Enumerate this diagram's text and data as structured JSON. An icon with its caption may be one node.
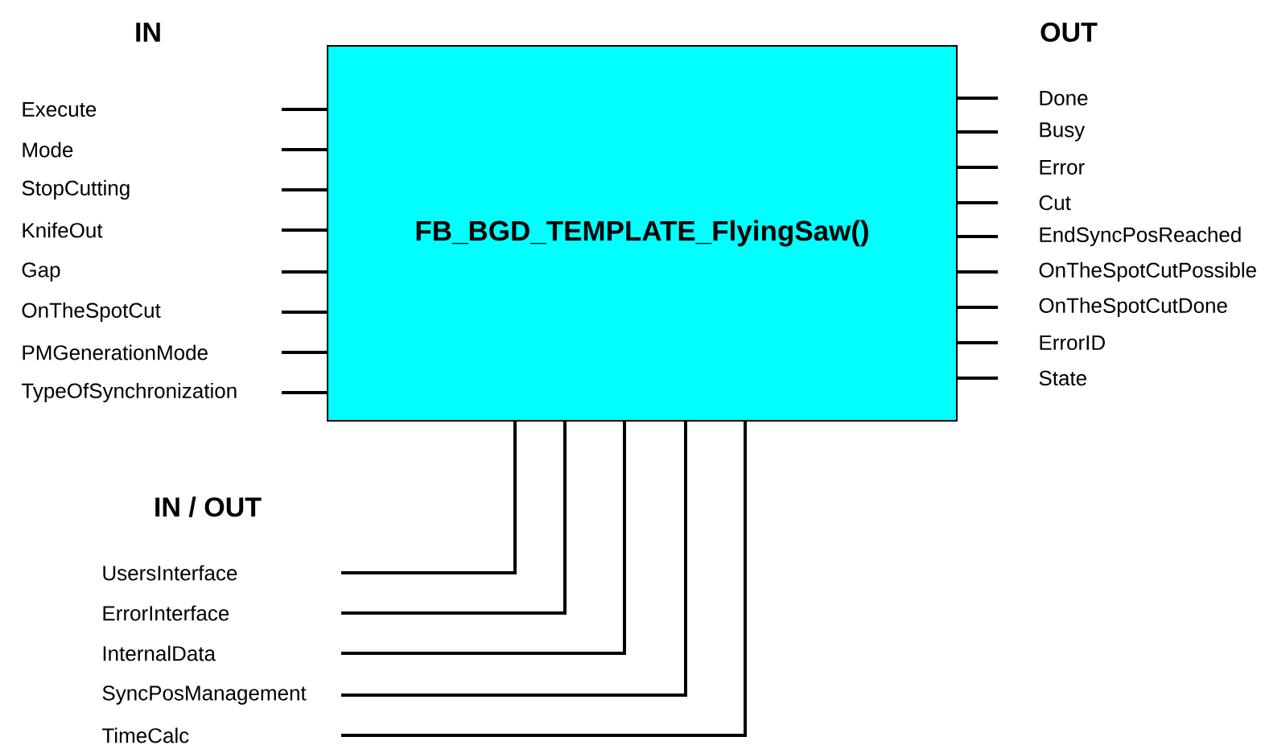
{
  "diagram": {
    "nodes": [
      {
        "text": [
          "FB_BGD_TEMPLATE_FlyingSaw()"
        ]
      }
    ],
    "labels": [
      "IN",
      "Execute",
      "Mode",
      "StopCutting",
      "KnifeOut",
      "Gap",
      "OnTheSpotCut",
      "PMGenerationMode",
      "TypeOfSynchronization",
      "OUT",
      "Done",
      "Busy",
      "Error",
      "Cut",
      "EndSyncPosReached",
      "OnTheSpotCutPossible",
      "OnTheSpotCutDone",
      "ErrorID",
      "State",
      "IN / OUT",
      "UsersInterface",
      "ErrorInterface",
      "InternalData",
      "SyncPosManagement",
      "TimeCalc"
    ]
  }
}
